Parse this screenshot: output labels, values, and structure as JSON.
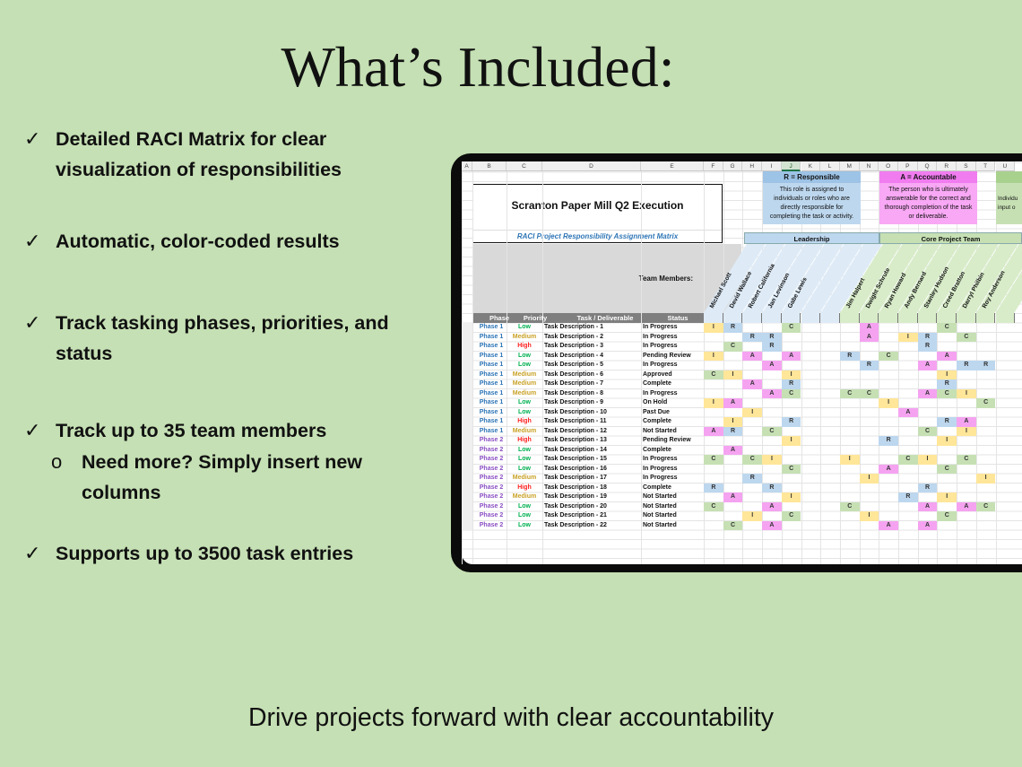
{
  "title": "What’s Included:",
  "bullets": [
    {
      "icon": "checkmark-icon",
      "mark": "✓",
      "lines": [
        "Detailed RACI Matrix for clear",
        "visualization of responsibilities"
      ]
    },
    {
      "icon": "checkmark-icon",
      "mark": "✓",
      "lines": [
        "Automatic, color-coded results"
      ]
    },
    {
      "icon": "checkmark-icon",
      "mark": "✓",
      "lines": [
        "Track tasking phases, priorities, and",
        "status"
      ]
    },
    {
      "icon": "checkmark-icon",
      "mark": "✓",
      "lines": [
        "Track up to 35 team members"
      ]
    },
    {
      "icon": "circle-bullet-icon",
      "mark": "o",
      "lines": [
        "Need more? Simply insert new",
        "columns"
      ]
    },
    {
      "icon": "checkmark-icon",
      "mark": "✓",
      "lines": [
        "Supports up to 3500 task entries"
      ]
    }
  ],
  "footer": "Drive projects forward with clear accountability",
  "sheet": {
    "column_letters": [
      "A",
      "B",
      "C",
      "D",
      "E",
      "F",
      "G",
      "H",
      "I",
      "J",
      "K",
      "L",
      "M",
      "N",
      "O",
      "P",
      "Q",
      "R",
      "S",
      "T",
      "U"
    ],
    "selected_column": "J",
    "project_title": "Scranton Paper Mill Q2 Execution",
    "subtitle": "RACI Project Responsibility Assignment Matrix",
    "legend": [
      {
        "heading": "R = Responsible",
        "desc": [
          "This role is assigned to",
          "individuals or roles who are",
          "directly responsible for",
          "completing the task or activity."
        ],
        "header_color": "#9dc3e6",
        "color": "#bdd7ee"
      },
      {
        "heading": "A = Accountable",
        "desc": [
          "The person who is ultimately",
          "answerable for the correct and",
          "thorough completion of the task",
          "or deliverable."
        ],
        "header_color": "#f07cf0",
        "color": "#f8a8f4"
      },
      {
        "heading": "",
        "desc": [
          "",
          "Individu",
          "input o"
        ],
        "header_color": "#a9d18e",
        "color": "#c6e0b4"
      }
    ],
    "groups": [
      {
        "name": "Leadership",
        "color": "#bdd7ee"
      },
      {
        "name": "Core Project Team",
        "color": "#c6e0b4"
      }
    ],
    "team_members_label": "Team Members:",
    "members": [
      "Michael Scott",
      "David Wallace",
      "Robert California",
      "Jan Levinson",
      "Gabe Lewis",
      "",
      "",
      "Jim Halpert",
      "Dwight Schrute",
      "Ryan Howard",
      "Andy Bernard",
      "Stanley Hudson",
      "Creed Bratton",
      "Darryl Philbin",
      "Roy Anderson",
      ""
    ],
    "member_groups": [
      0,
      0,
      0,
      0,
      0,
      0,
      0,
      1,
      1,
      1,
      1,
      1,
      1,
      1,
      1,
      1
    ],
    "headers": {
      "phase": "Phase",
      "priority": "Priority",
      "task": "Task / Deliverable",
      "status": "Status"
    },
    "colors": {
      "R": "#bdd7ee",
      "A": "#f5a3f1",
      "C": "#c6e0b4",
      "I": "#ffe699",
      "Phase 1": "#2e75b6",
      "Phase 2": "#8a4fc4",
      "Low": "#00b050",
      "Medium": "#c9a227",
      "High": "#ff2020",
      "leadership_col": "#deebf7",
      "core_col": "#d8ecc9"
    },
    "rows": [
      {
        "phase": "Phase 1",
        "priority": "Low",
        "task": "Task Description - 1",
        "status": "In Progress",
        "raci": {
          "0": "I",
          "1": "R",
          "4": "C",
          "8": "A",
          "12": "C"
        }
      },
      {
        "phase": "Phase 1",
        "priority": "Medium",
        "task": "Task Description - 2",
        "status": "In Progress",
        "raci": {
          "2": "R",
          "3": "R",
          "8": "A",
          "10": "I",
          "11": "R",
          "13": "C"
        }
      },
      {
        "phase": "Phase 1",
        "priority": "High",
        "task": "Task Description - 3",
        "status": "In Progress",
        "raci": {
          "1": "C",
          "3": "R",
          "11": "R"
        }
      },
      {
        "phase": "Phase 1",
        "priority": "Low",
        "task": "Task Description - 4",
        "status": "Pending Review",
        "raci": {
          "0": "I",
          "2": "A",
          "4": "A",
          "7": "R",
          "9": "C",
          "12": "A"
        }
      },
      {
        "phase": "Phase 1",
        "priority": "Low",
        "task": "Task Description - 5",
        "status": "In Progress",
        "raci": {
          "3": "A",
          "8": "R",
          "11": "A",
          "13": "R",
          "14": "R"
        }
      },
      {
        "phase": "Phase 1",
        "priority": "Medium",
        "task": "Task Description - 6",
        "status": "Approved",
        "raci": {
          "0": "C",
          "1": "I",
          "4": "I",
          "12": "I"
        }
      },
      {
        "phase": "Phase 1",
        "priority": "Medium",
        "task": "Task Description - 7",
        "status": "Complete",
        "raci": {
          "2": "A",
          "4": "R",
          "12": "R"
        }
      },
      {
        "phase": "Phase 1",
        "priority": "Medium",
        "task": "Task Description - 8",
        "status": "In Progress",
        "raci": {
          "3": "A",
          "4": "C",
          "7": "C",
          "8": "C",
          "11": "A",
          "12": "C",
          "13": "I"
        }
      },
      {
        "phase": "Phase 1",
        "priority": "Low",
        "task": "Task Description - 9",
        "status": "On Hold",
        "raci": {
          "0": "I",
          "1": "A",
          "9": "I",
          "14": "C"
        }
      },
      {
        "phase": "Phase 1",
        "priority": "Low",
        "task": "Task Description - 10",
        "status": "Past Due",
        "raci": {
          "2": "I",
          "10": "A"
        }
      },
      {
        "phase": "Phase 1",
        "priority": "High",
        "task": "Task Description - 11",
        "status": "Complete",
        "raci": {
          "1": "I",
          "4": "R",
          "12": "R",
          "13": "A"
        }
      },
      {
        "phase": "Phase 1",
        "priority": "Medium",
        "task": "Task Description - 12",
        "status": "Not Started",
        "raci": {
          "0": "A",
          "1": "R",
          "3": "C",
          "11": "C",
          "13": "I"
        }
      },
      {
        "phase": "Phase 2",
        "priority": "High",
        "task": "Task Description - 13",
        "status": "Pending Review",
        "raci": {
          "4": "I",
          "9": "R",
          "12": "I"
        }
      },
      {
        "phase": "Phase 2",
        "priority": "Low",
        "task": "Task Description - 14",
        "status": "Complete",
        "raci": {
          "1": "A"
        }
      },
      {
        "phase": "Phase 2",
        "priority": "Low",
        "task": "Task Description - 15",
        "status": "In Progress",
        "raci": {
          "0": "C",
          "2": "C",
          "3": "I",
          "7": "I",
          "10": "C",
          "11": "I",
          "13": "C"
        }
      },
      {
        "phase": "Phase 2",
        "priority": "Low",
        "task": "Task Description - 16",
        "status": "In Progress",
        "raci": {
          "4": "C",
          "9": "A",
          "12": "C"
        }
      },
      {
        "phase": "Phase 2",
        "priority": "Medium",
        "task": "Task Description - 17",
        "status": "In Progress",
        "raci": {
          "2": "R",
          "8": "I",
          "14": "I"
        }
      },
      {
        "phase": "Phase 2",
        "priority": "High",
        "task": "Task Description - 18",
        "status": "Complete",
        "raci": {
          "0": "R",
          "3": "R",
          "11": "R"
        }
      },
      {
        "phase": "Phase 2",
        "priority": "Medium",
        "task": "Task Description - 19",
        "status": "Not Started",
        "raci": {
          "1": "A",
          "4": "I",
          "10": "R",
          "12": "I"
        }
      },
      {
        "phase": "Phase 2",
        "priority": "Low",
        "task": "Task Description - 20",
        "status": "Not Started",
        "raci": {
          "0": "C",
          "3": "A",
          "7": "C",
          "11": "A",
          "13": "A",
          "14": "C"
        }
      },
      {
        "phase": "Phase 2",
        "priority": "Low",
        "task": "Task Description - 21",
        "status": "Not Started",
        "raci": {
          "2": "I",
          "4": "C",
          "8": "I",
          "12": "C"
        }
      },
      {
        "phase": "Phase 2",
        "priority": "Low",
        "task": "Task Description - 22",
        "status": "Not Started",
        "raci": {
          "1": "C",
          "3": "A",
          "9": "A",
          "11": "A"
        }
      }
    ]
  }
}
